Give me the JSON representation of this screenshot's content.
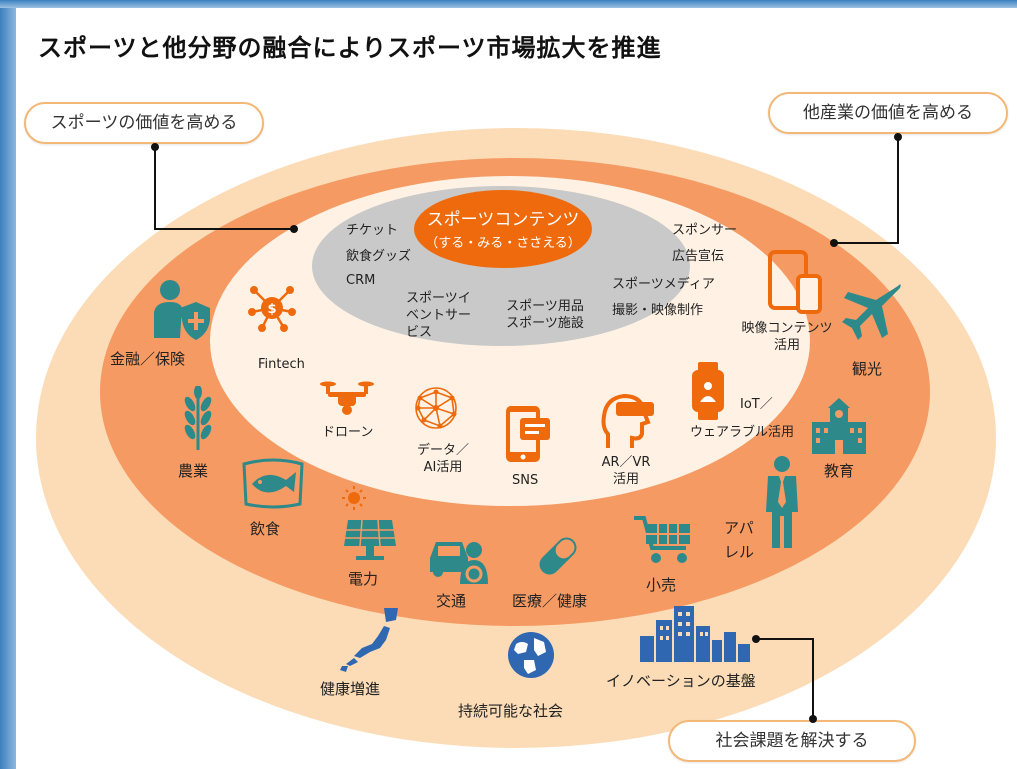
{
  "title": "スポーツと他分野の融合によりスポーツ市場拡大を推進",
  "callouts": {
    "sports_value": "スポーツの価値を高める",
    "other_industry_value": "他産業の価値を高める",
    "social_issues": "社会課題を解決する"
  },
  "core": {
    "line1": "スポーツコンテンツ",
    "line2": "（する・みる・ささえる）"
  },
  "grey_ring": {
    "ticket": "チケット",
    "food_goods": "飲食グッズ",
    "crm": "CRM",
    "event_service": "スポーツイ\nベントサー\nビス",
    "goods_facility": "スポーツ用品\nスポーツ施設",
    "sponsor": "スポンサー",
    "advertising": "広告宣伝",
    "media": "スポーツメディア",
    "production": "撮影・映像制作"
  },
  "tech_ring": {
    "fintech": "Fintech",
    "drone": "ドローン",
    "data_ai": "データ／\nAI活用",
    "sns": "SNS",
    "arvr": "AR／VR\n活用",
    "iot": "IoT／",
    "wearable": "ウェアラブル活用",
    "video": "映像コンテンツ\n活用"
  },
  "industry_ring": {
    "finance": "金融／保険",
    "agriculture": "農業",
    "food": "飲食",
    "power": "電力",
    "transport": "交通",
    "medical": "医療／健康",
    "retail": "小売",
    "apparel": "アパ\nレル",
    "education": "教育",
    "tourism": "観光"
  },
  "social_ring": {
    "health": "健康増進",
    "sustainable": "持続可能な社会",
    "innovation": "イノベーションの基盤"
  },
  "colors": {
    "outer": "#fbdcb7",
    "mid": "#f59a62",
    "inner": "#fff2e4",
    "grey": "#c9c9c9",
    "core": "#ee6a0c",
    "icon_teal": "#2e8a8a",
    "icon_orange": "#ee6a0c",
    "icon_blue": "#2f67b1"
  }
}
